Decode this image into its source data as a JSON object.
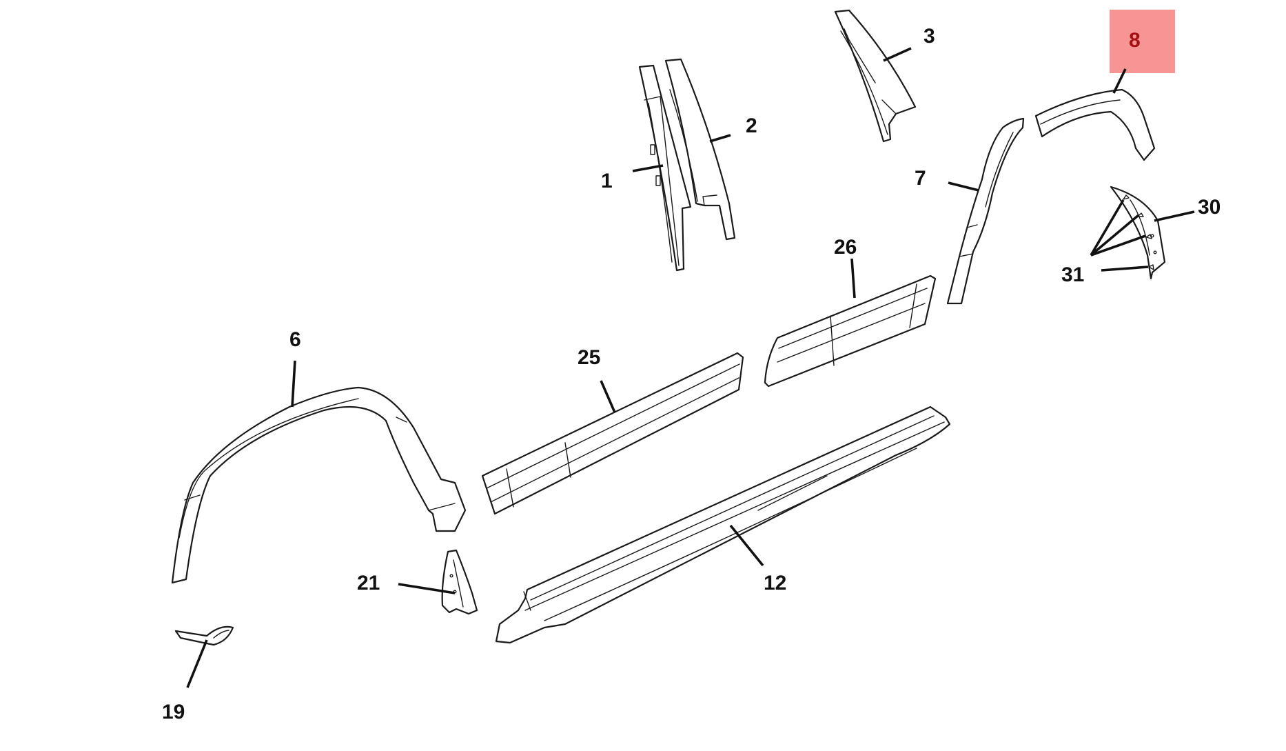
{
  "highlight_color": "#f79494",
  "highlight_text_color": "#a40f14",
  "callouts": {
    "c1": "1",
    "c2": "2",
    "c3": "3",
    "c6": "6",
    "c7": "7",
    "c8": "8",
    "c12": "12",
    "c19": "19",
    "c21": "21",
    "c25": "25",
    "c26": "26",
    "c30": "30",
    "c31": "31"
  },
  "highlighted_callout": "8"
}
